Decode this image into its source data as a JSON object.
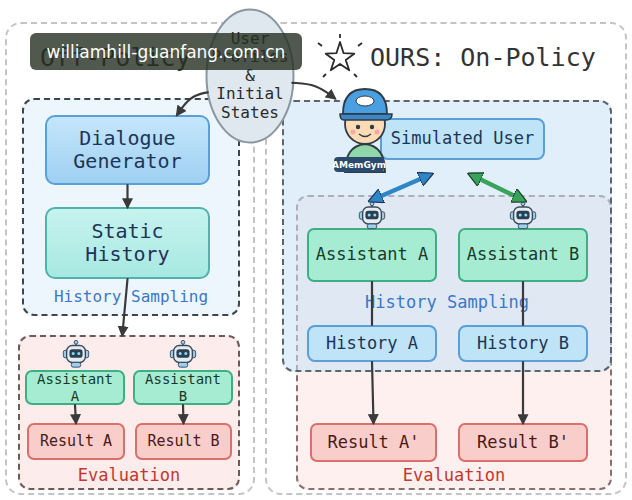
{
  "diagram": {
    "nodes": [
      {
        "text": [
          "Off-Policy"
        ]
      },
      {
        "text": [
          "User Profiles & Initial States"
        ]
      },
      {
        "text": [
          "OURS: On-Policy"
        ]
      },
      {
        "text": [
          "History Sampling"
        ],
        "in": 0
      },
      {
        "text": [
          "Dialogue Generator"
        ],
        "in": 3
      },
      {
        "text": [
          "Static History"
        ],
        "in": 3
      },
      {
        "text": [
          "Evaluation"
        ],
        "in": 0
      },
      {
        "text": [
          "Assistant A"
        ],
        "in": 6
      },
      {
        "text": [
          "Assistant B"
        ],
        "in": 6
      },
      {
        "text": [
          "Result A"
        ],
        "in": 6
      },
      {
        "text": [
          "Result B"
        ],
        "in": 6
      },
      {
        "text": [
          "History Sampling"
        ],
        "in": 2
      },
      {
        "text": [
          "Simulated User"
        ],
        "in": 11
      },
      {
        "text": [
          "Assistant A"
        ],
        "in": 11
      },
      {
        "text": [
          "Assistant B"
        ],
        "in": 11
      },
      {
        "text": [
          "History A"
        ],
        "in": 11
      },
      {
        "text": [
          "History B"
        ],
        "in": 11
      },
      {
        "text": [
          "Evaluation"
        ],
        "in": 2
      },
      {
        "text": [
          "Result A'"
        ],
        "in": 17
      },
      {
        "text": [
          "Result B'"
        ],
        "in": 17
      }
    ],
    "edges": [
      {
        "from": 1,
        "to": 4,
        "arrow": "to"
      },
      {
        "from": 4,
        "to": 5,
        "arrow": "to"
      },
      {
        "from": 5,
        "to": 6,
        "arrow": "to"
      },
      {
        "from": 7,
        "to": 9,
        "arrow": "to"
      },
      {
        "from": 8,
        "to": 10,
        "arrow": "to"
      },
      {
        "from": 1,
        "to": 12,
        "arrow": "to"
      },
      {
        "from": 12,
        "to": 13,
        "arrow": "both"
      },
      {
        "from": 12,
        "to": 14,
        "arrow": "both"
      },
      {
        "from": 13,
        "to": 15,
        "arrow": "none"
      },
      {
        "from": 14,
        "to": 16,
        "arrow": "none"
      },
      {
        "from": 15,
        "to": 18,
        "arrow": "to"
      },
      {
        "from": 16,
        "to": 19,
        "arrow": "to"
      }
    ],
    "labels": [
      "williamhill-guanfang.com.cn",
      "AMemGym"
    ]
  }
}
